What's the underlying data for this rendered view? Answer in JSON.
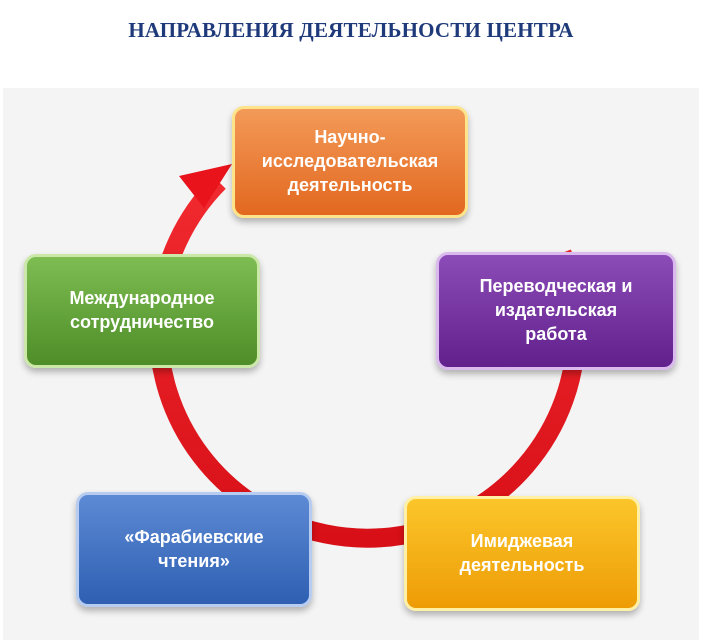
{
  "title": "НАПРАВЛЕНИЯ ДЕЯТЕЛЬНОСТИ ЦЕНТРА",
  "colors": {
    "title": "#1f3a7a",
    "ring": "#e8131b",
    "research": "#e97a2f",
    "translation": "#702a9c",
    "image": "#f5ac12",
    "readings": "#3f70c2",
    "international": "#5fa236"
  },
  "nodes": {
    "research": {
      "lines": [
        "Научно-",
        "исследовательская",
        "деятельность"
      ]
    },
    "translation": {
      "lines": [
        "Переводческая и",
        "издательская",
        "работа"
      ]
    },
    "image": {
      "lines": [
        "Имиджевая",
        "деятельность"
      ]
    },
    "readings": {
      "lines": [
        "«Фарабиевские",
        "чтения»"
      ]
    },
    "international": {
      "lines": [
        "Международное",
        "сотрудничество"
      ]
    }
  }
}
